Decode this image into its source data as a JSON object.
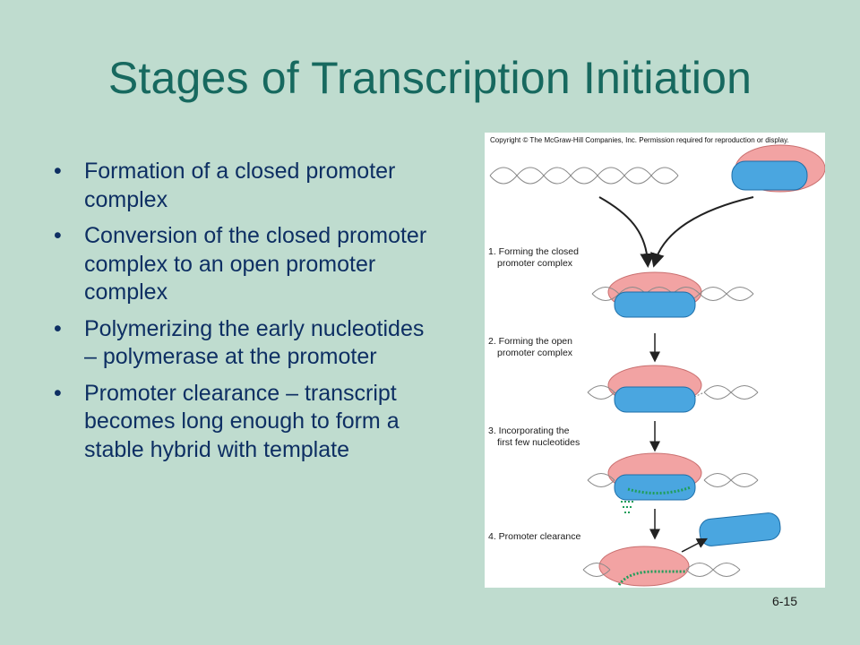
{
  "title": "Stages of Transcription Initiation",
  "bullets": [
    "Formation of a closed promoter complex",
    "Conversion of the closed promoter complex to an open promoter complex",
    "Polymerizing the early nucleotides – polymerase at the promoter",
    "Promoter clearance – transcript becomes long enough to form a stable hybrid with template"
  ],
  "bullet_glyph": "•",
  "figure": {
    "copyright": "Copyright © The McGraw-Hill Companies, Inc. Permission required for reproduction or display.",
    "steps": [
      {
        "line1": "1. Forming the closed",
        "line2": "promoter complex"
      },
      {
        "line1": "2. Forming the open",
        "line2": "promoter complex"
      },
      {
        "line1": "3. Incorporating the",
        "line2": "first few nucleotides"
      },
      {
        "line1": "4. Promoter clearance",
        "line2": ""
      }
    ]
  },
  "page_number": "6-15",
  "colors": {
    "background": "#bfdccf",
    "title": "#17695f",
    "bullet_text": "#0e2f63",
    "polymerase_sigma": "#f2a3a3",
    "polymerase_core": "#4aa6e0",
    "nucleotides": "#1f9e5a"
  }
}
